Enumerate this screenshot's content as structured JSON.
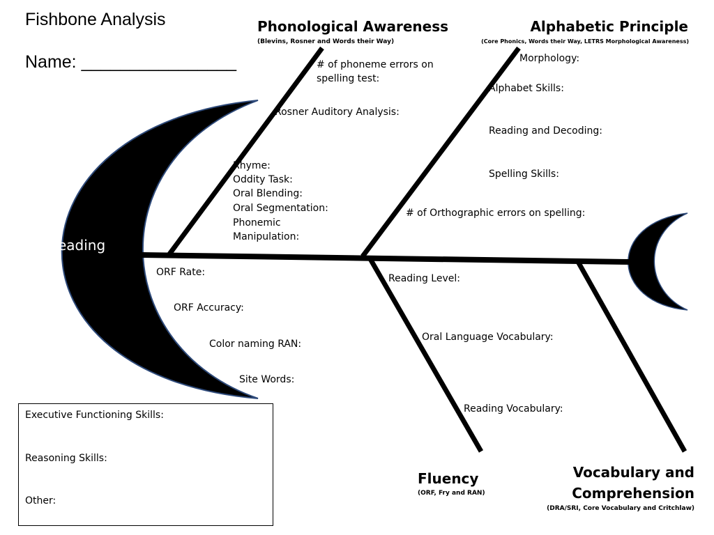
{
  "header": {
    "title": "Fishbone Analysis",
    "name_label": "Name: ________________"
  },
  "head": {
    "label": "Reading"
  },
  "categories": {
    "phonological": {
      "title": "Phonological Awareness",
      "source": "(Blevins, Rosner and Words their Way)"
    },
    "alphabetic": {
      "title": "Alphabetic Principle",
      "source": "(Core Phonics, Words their Way, LETRS Morphological Awareness)"
    },
    "fluency": {
      "title": "Fluency",
      "source": "(ORF, Fry and RAN)"
    },
    "vocab": {
      "title_line1": "Vocabulary and",
      "title_line2": "Comprehension",
      "source": "(DRA/SRI, Core Vocabulary  and Critchlaw)"
    }
  },
  "phonological_items": [
    "# of phoneme errors on",
    "spelling test:",
    "Rosner Auditory Analysis:",
    "Rhyme:",
    "Oddity Task:",
    "Oral Blending:",
    "Oral Segmentation:",
    "Phonemic",
    "Manipulation:"
  ],
  "alphabetic_items": [
    "Morphology:",
    "Alphabet Skills:",
    "Reading and Decoding:",
    "Spelling Skills:",
    "# of Orthographic errors on spelling:"
  ],
  "fluency_items": [
    "ORF Rate:",
    "ORF Accuracy:",
    "Color naming RAN:",
    "Site Words:"
  ],
  "vocab_items": [
    "Reading Level:",
    "Oral Language Vocabulary:",
    "Reading Vocabulary:"
  ],
  "other_box": [
    "Executive Functioning Skills:",
    "Reasoning Skills:",
    "Other:"
  ]
}
